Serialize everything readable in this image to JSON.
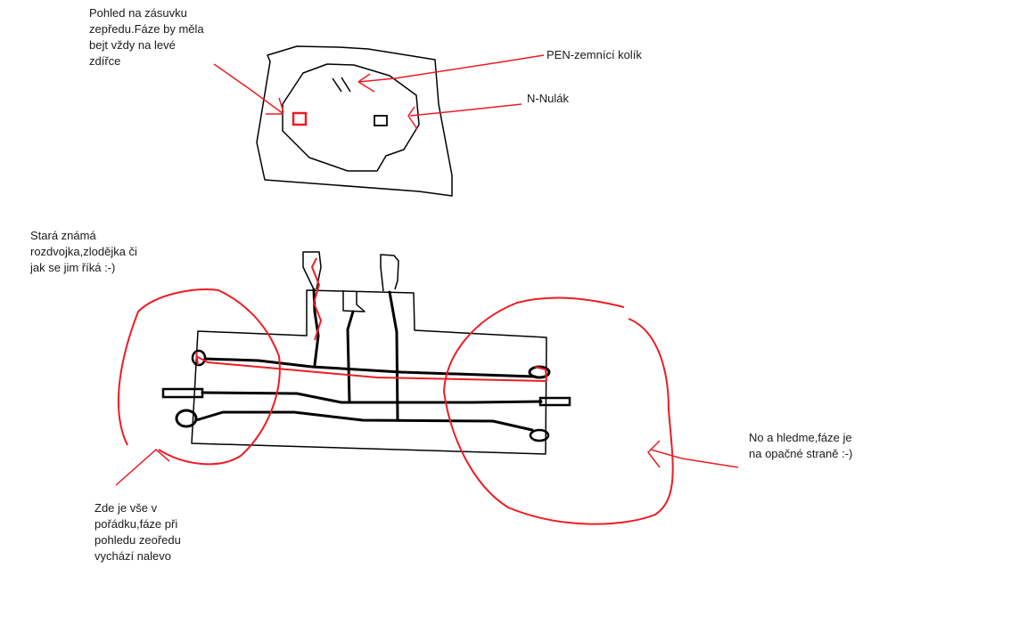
{
  "colors": {
    "ink": "#000000",
    "annotation": "#ed1c24",
    "text": "#1a1a1a"
  },
  "notes": {
    "socket_front": [
      "Pohled na zásuvku",
      "zepředu.Fáze by měla",
      "bejt vždy na levé",
      "zdířce"
    ],
    "pen_label": "PEN-zemnící kolík",
    "neutral_label": "N-Nulák",
    "adapter_intro": [
      "Stará známá",
      "rozdvojka,zlodějka či",
      "jak se jim říká :-)"
    ],
    "left_ok": [
      "Zde je vše v",
      "pořádku,fáze při",
      "pohledu zeoředu",
      "vychází nalevo"
    ],
    "right_wrong": [
      "No a hledme,fáze je",
      "na opačné straně :-)"
    ]
  }
}
